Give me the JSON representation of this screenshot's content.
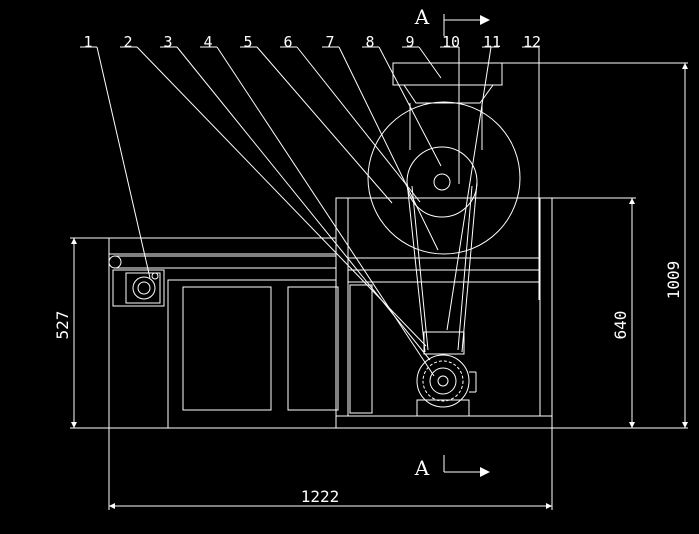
{
  "drawing": {
    "background": "#000000",
    "line_color": "#ffffff",
    "part_numbers": [
      "1",
      "2",
      "3",
      "4",
      "5",
      "6",
      "7",
      "8",
      "9",
      "10",
      "11",
      "12"
    ],
    "section_marker_top": "A",
    "section_marker_bottom": "A",
    "dimensions": {
      "overall_width": "1222",
      "left_height": "527",
      "frame_height": "640",
      "overall_height": "1009"
    }
  }
}
